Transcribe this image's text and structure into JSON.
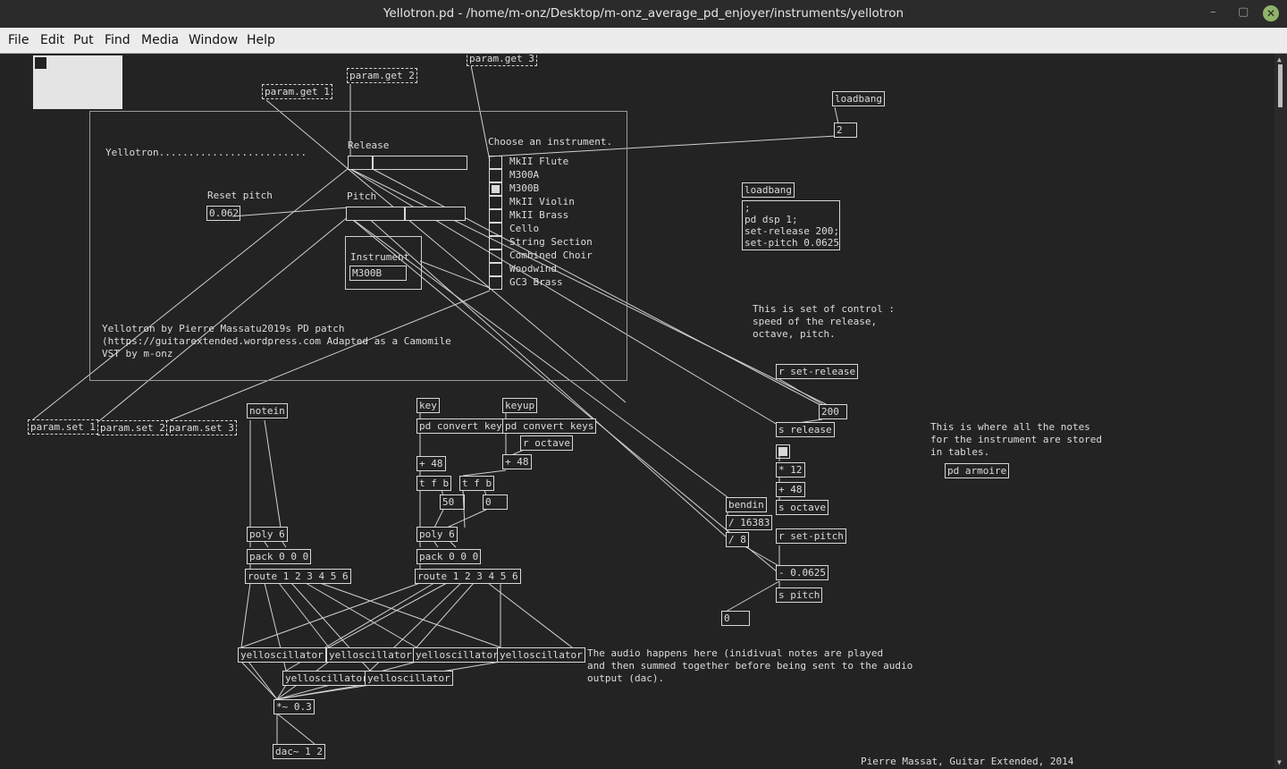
{
  "window": {
    "title": "Yellotron.pd  - /home/m-onz/Desktop/m-onz_average_pd_enjoyer/instruments/yellotron",
    "minimize": "–",
    "maximize": "▢",
    "close": "✕"
  },
  "menu": [
    "File",
    "Edit",
    "Put",
    "Find",
    "Media",
    "Window",
    "Help"
  ],
  "gui": {
    "title_comment": "Yellotron.........................",
    "release_label": "Release",
    "pitch_label": "Pitch",
    "reset_pitch_label": "Reset pitch",
    "reset_pitch_value": "0.062",
    "instrument_label": "Instrument",
    "instrument_value": "M300B",
    "choose_label": "Choose an instrument.",
    "instruments": [
      "MkII Flute",
      "M300A",
      "M300B",
      "MkII Violin",
      "MkII Brass",
      "Cello",
      "String Section",
      "Combined Choir",
      "Woodwind",
      "GC3 Brass"
    ],
    "selected_instrument": "M300B",
    "release_level": 0.2,
    "pitch_level": 0.5,
    "credit": "Yellotron by Pierre Massatu2019s PD patch\n(https://guitarextended.wordpress.com Adapted as a Camomile\nVST by m-onz"
  },
  "objects": {
    "param_get_1": "param.get 1",
    "param_get_2": "param.get 2",
    "param_get_3": "param.get 3",
    "param_set_1": "param.set 1",
    "param_set_2": "param.set 2",
    "param_set_3": "param.set 3",
    "loadbang_1": "loadbang",
    "msg_2": "2",
    "loadbang_2": "loadbang",
    "init_msg": ";\npd dsp 1;\nset-release 200;\nset-pitch 0.0625",
    "control_comment": "This is set of control :\nspeed of the release,\noctave, pitch.",
    "r_set_release": "r set-release",
    "msg_200": "200",
    "s_release": "s release",
    "mul_12": "* 12",
    "plus_48_c": "+ 48",
    "s_octave": "s octave",
    "r_set_pitch": "r set-pitch",
    "sub_pitch": "- 0.0625",
    "s_pitch": "s pitch",
    "num_zero": "0",
    "bendin": "bendin",
    "div_16383": "/ 16383",
    "div_8": "/ 8",
    "notes_comment": "This is where all the notes\nfor the instrument are stored\nin tables.",
    "pd_armoire": "pd armoire",
    "notein": "notein",
    "key": "key",
    "keyup": "keyup",
    "pd_convert_1": "pd convert keys",
    "pd_convert_2": "pd convert keys",
    "r_octave": "r octave",
    "plus_48_a": "+ 48",
    "plus_48_b": "+ 48",
    "tfb_1": "t f b",
    "tfb_2": "t f b",
    "num_50": "50",
    "num_0b": "0",
    "poly_1": "poly 6",
    "poly_2": "poly 6",
    "pack_1": "pack 0 0 0",
    "pack_2": "pack 0 0 0",
    "route_1": "route 1 2 3 4 5 6",
    "route_2": "route 1 2 3 4 5 6",
    "yello": "yelloscillator",
    "mul_03": "*~ 0.3",
    "dac": "dac~ 1 2",
    "audio_comment": "The audio happens here (inidivual notes are played\nand then summed together before being sent to the audio\noutput (dac).",
    "footer": "Pierre Massat, Guitar Extended, 2014"
  }
}
